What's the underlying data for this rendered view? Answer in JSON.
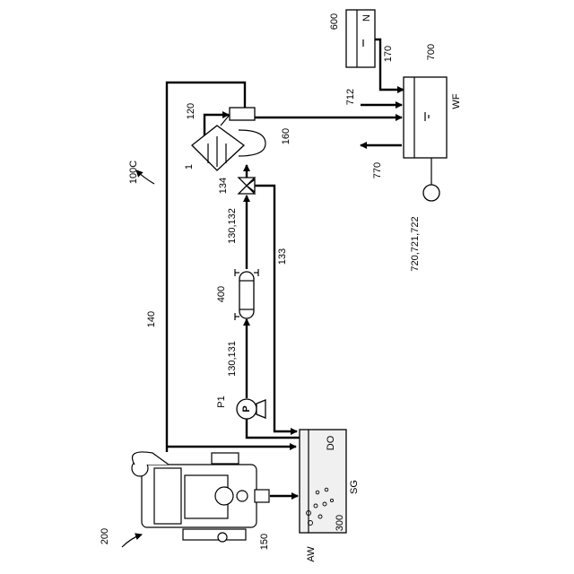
{
  "labels": {
    "system": "100C",
    "engine": "200",
    "reactor": "1",
    "pipe_120": "120",
    "valve_134": "134",
    "pipe_130_132": "130,132",
    "pipe_133": "133",
    "filter_400": "400",
    "pipe_130_131": "130,131",
    "pump": "P1",
    "pump_glyph": "P",
    "pipe_140": "140",
    "pipe_150": "150",
    "pipe_160": "160",
    "pipe_170": "170",
    "tank_600": "600",
    "tank_600_content": "N",
    "tank_700": "700",
    "tank_700_content": "WF",
    "line_712": "712",
    "line_770": "770",
    "sensor": "720,721,722",
    "tank_do_content": "DO",
    "sludge": "SG",
    "bubbles_300": "300",
    "air_water": "AW"
  }
}
